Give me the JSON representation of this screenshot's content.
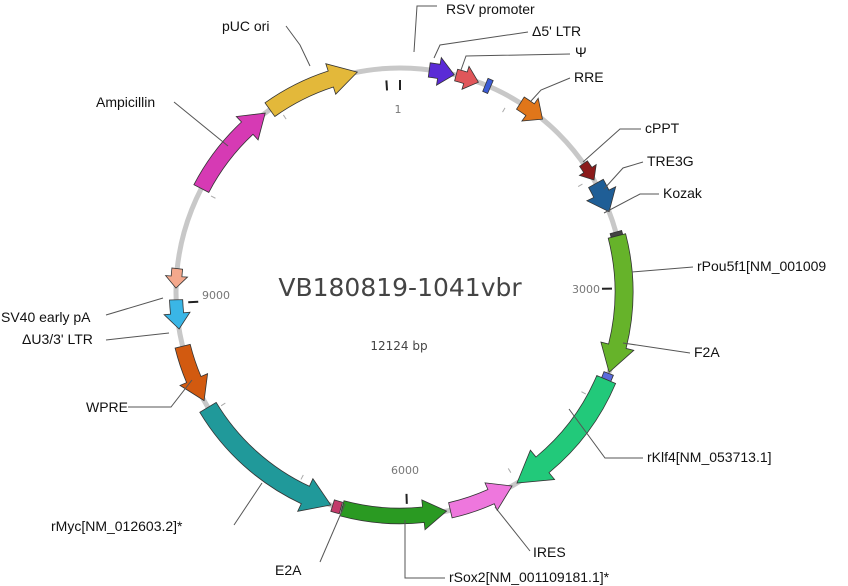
{
  "plasmid": {
    "name": "VB180819-1041vbr",
    "size_label": "12124 bp",
    "length": 12124,
    "backbone_color": "#c8c8c8"
  },
  "position_labels": [
    "1",
    "3000",
    "6000",
    "9000"
  ],
  "features": [
    {
      "name": "RSV promoter",
      "color": "#5a2bd6"
    },
    {
      "name": "Δ5' LTR",
      "color": "#e0565a"
    },
    {
      "name": "Ψ",
      "color": "#3b5bd6"
    },
    {
      "name": "RRE",
      "color": "#e0761a"
    },
    {
      "name": "cPPT",
      "color": "#8b1a1a"
    },
    {
      "name": "TRE3G",
      "color": "#1f5e96"
    },
    {
      "name": "Kozak",
      "color": "#444444"
    },
    {
      "name": "rPou5f1[NM_001009",
      "color": "#66b32a"
    },
    {
      "name": "F2A",
      "color": "#5a6bdc"
    },
    {
      "name": "rKlf4[NM_053713.1]",
      "color": "#22c97a"
    },
    {
      "name": "IRES",
      "color": "#ee77dd"
    },
    {
      "name": "rSox2[NM_001109181.1]*",
      "color": "#2a9a22"
    },
    {
      "name": "E2A",
      "color": "#c23a6a"
    },
    {
      "name": "rMyc[NM_012603.2]*",
      "color": "#20999a"
    },
    {
      "name": "WPRE",
      "color": "#d25a10"
    },
    {
      "name": "ΔU3/3' LTR",
      "color": "#3ab6e6"
    },
    {
      "name": "SV40 early pA",
      "color": "#f4a88c"
    },
    {
      "name": "Ampicillin",
      "color": "#d63ab4"
    },
    {
      "name": "pUC ori",
      "color": "#e3b83a"
    }
  ]
}
